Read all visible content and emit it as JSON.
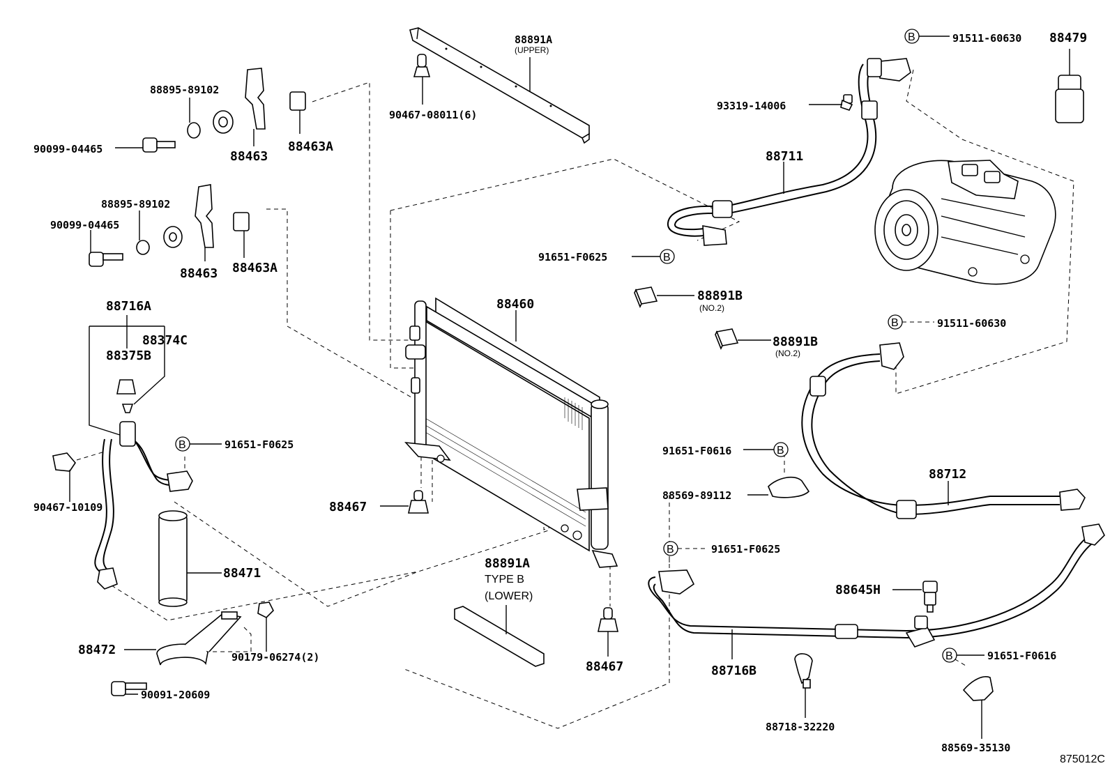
{
  "diagram_id": "875012C",
  "badge": "B",
  "labels": {
    "p88891A_upper": "88891A",
    "p88891A_upper_note": "(UPPER)",
    "p90467_08011": "90467-08011(6)",
    "p88895_a": "88895-89102",
    "p90099_a": "90099-04465",
    "p88463_a": "88463",
    "p88463A_a": "88463A",
    "p88895_b": "88895-89102",
    "p90099_b": "90099-04465",
    "p88463_b": "88463",
    "p88463A_b": "88463A",
    "p88716A": "88716A",
    "p88374C": "88374C",
    "p88375B": "88375B",
    "p91651_F0625_a": "91651-F0625",
    "p90467_10109": "90467-10109",
    "p88471": "88471",
    "p88472": "88472",
    "p90179": "90179-06274(2)",
    "p90091": "90091-20609",
    "p88460": "88460",
    "p88467_a": "88467",
    "p88467_b": "88467",
    "p88891A_lower": "88891A",
    "p88891A_lower_type": "TYPE B",
    "p88891A_lower_note": "(LOWER)",
    "p91511_60630_a": "91511-60630",
    "p88479": "88479",
    "p93319": "93319-14006",
    "p88711": "88711",
    "p91651_F0625_b": "91651-F0625",
    "p88891B_a": "88891B",
    "p88891B_a_note": "(NO.2)",
    "p88891B_b": "88891B",
    "p88891B_b_note": "(NO.2)",
    "p91511_60630_b": "91511-60630",
    "p91651_F0616_a": "91651-F0616",
    "p88569_89112": "88569-89112",
    "p88712": "88712",
    "p91651_F0625_c": "91651-F0625",
    "p88645H": "88645H",
    "p88716B": "88716B",
    "p91651_F0616_b": "91651-F0616",
    "p88718": "88718-32220",
    "p88569_35130": "88569-35130"
  }
}
